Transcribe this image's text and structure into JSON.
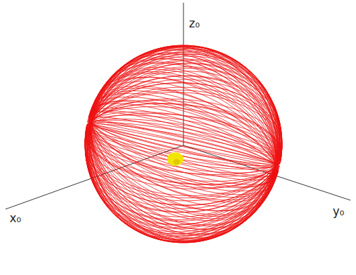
{
  "diagram": {
    "labels": [
      "z₀",
      "x₀",
      "y₀"
    ]
  }
}
